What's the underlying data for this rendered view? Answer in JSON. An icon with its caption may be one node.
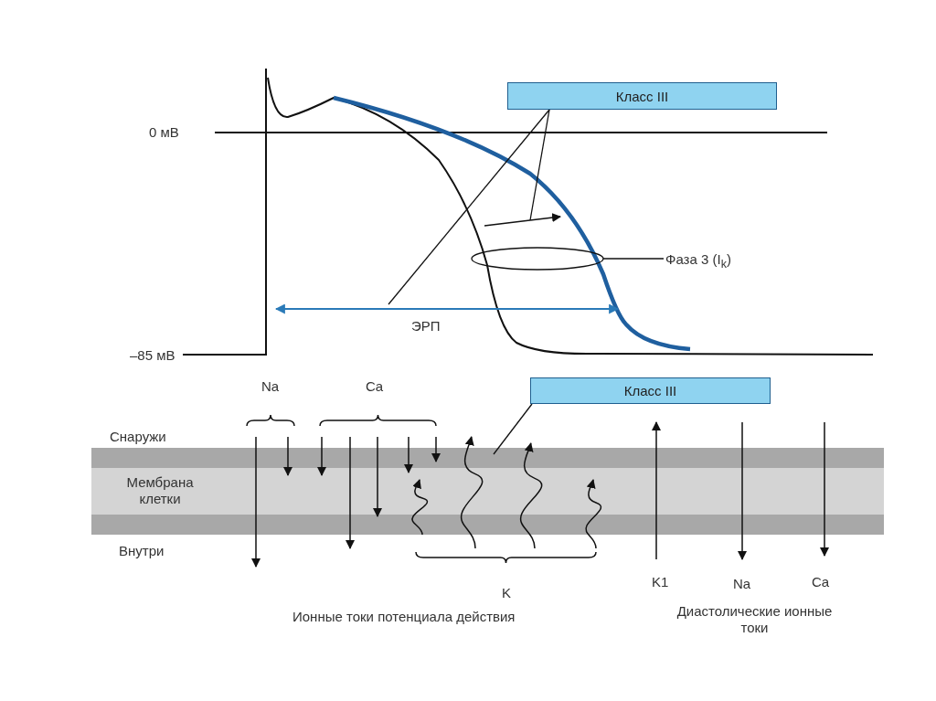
{
  "diagram": {
    "nodes": [
      {
        "text": [
          "Класс III"
        ]
      },
      {
        "text": [
          "Фаза 3 (I$_{k}$)"
        ]
      },
      {
        "text": [],
        "shape": "ellipse"
      },
      {
        "text": [
          "Класс III"
        ]
      }
    ],
    "edges": [
      {
        "from": 0,
        "to": null,
        "arrow": "none"
      },
      {
        "from": 0,
        "to": null,
        "arrow": "none"
      },
      {
        "from": 1,
        "to": 2,
        "arrow": "none"
      },
      {
        "from": 3,
        "to": null,
        "arrow": "none"
      }
    ],
    "labels": [
      "0 мВ",
      "ЭРП",
      "–85 мВ",
      "Na",
      "Ca",
      "Снаружи",
      "Мембрана клетки",
      "Внутри",
      "K",
      "K1",
      "Na",
      "Ca",
      "Ионные токи потенциала действия",
      "Диастолические ионные токи"
    ]
  }
}
